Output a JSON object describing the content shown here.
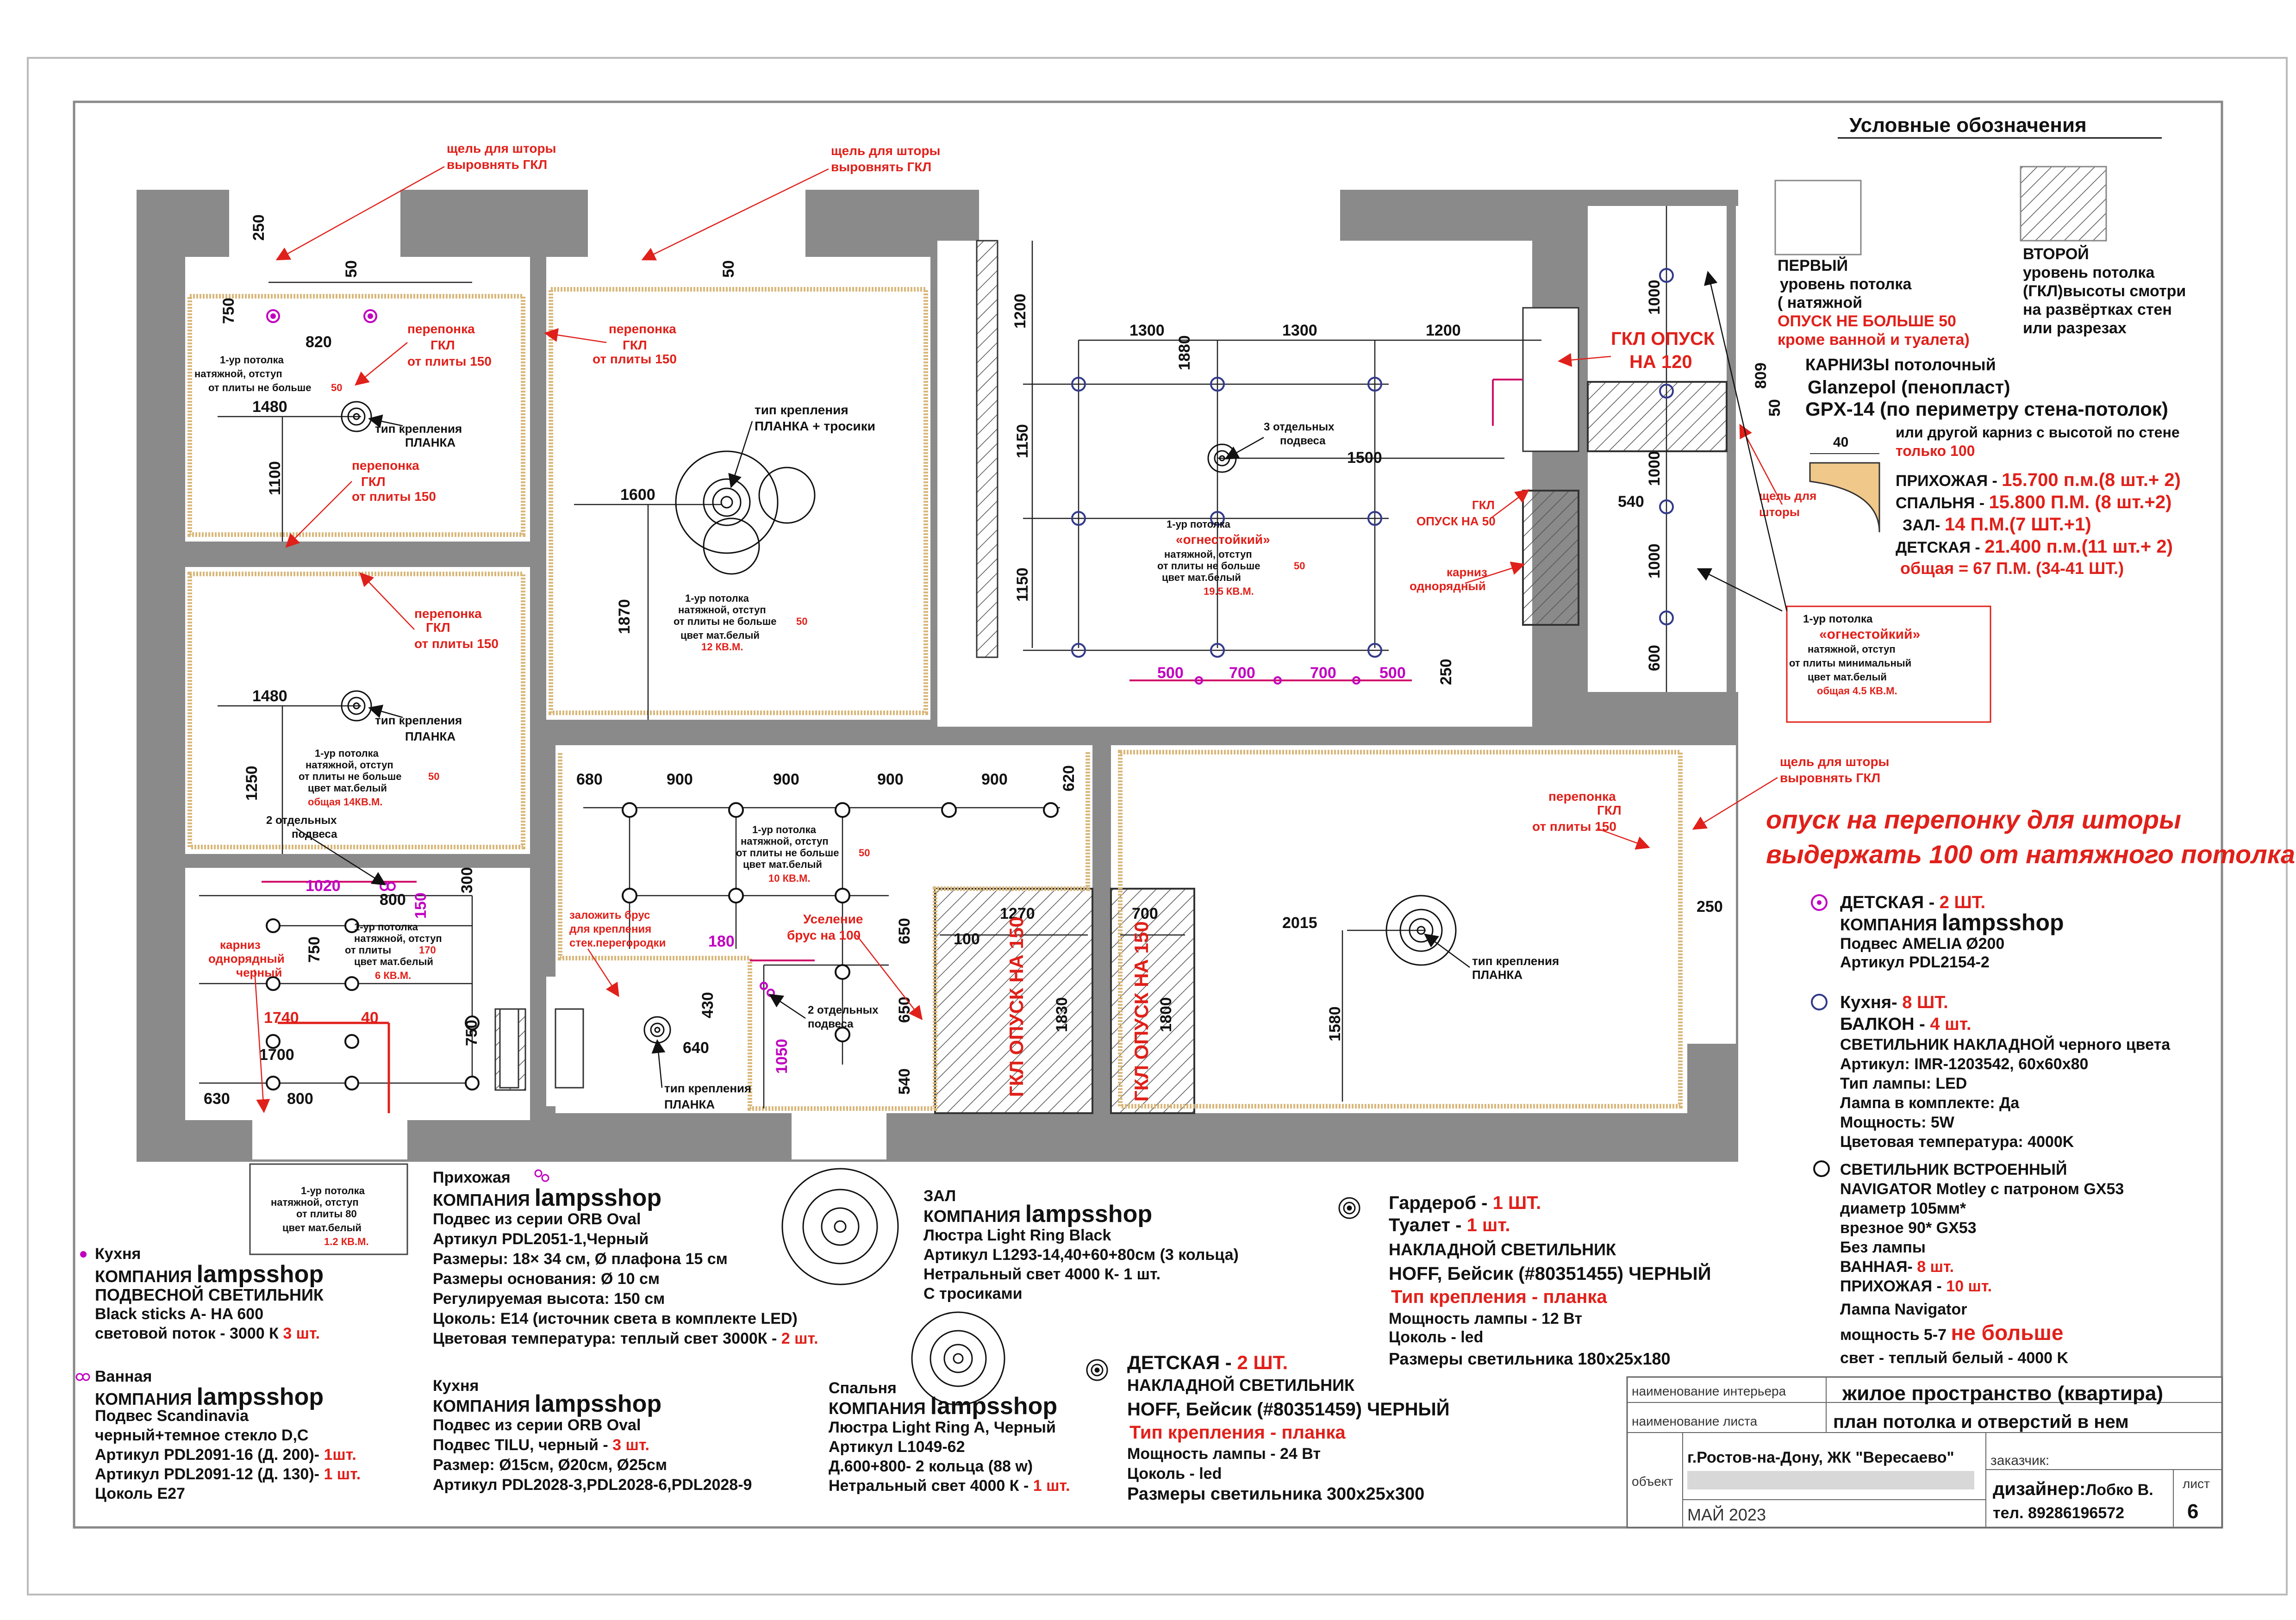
{
  "legend": {
    "title": "Условные обозначения",
    "first": [
      "ПЕРВЫЙ",
      "уровень потолка",
      "( натяжной"
    ],
    "first_red": [
      "ОПУСК НЕ БОЛЬШЕ 50",
      "кроме ванной и туалета)"
    ],
    "second": [
      "ВТОРОЙ",
      "уровень потолка",
      "(ГКЛ)высоты смотри",
      "на развёртках стен",
      "или разрезах"
    ],
    "cornice": [
      "КАРНИЗЫ потолочный",
      "Glanzepol (пенопласт)",
      "GPX-14  (по периметру стена-потолок)",
      "или другой карниз с высотой по стене"
    ],
    "cornice_only": "только 100",
    "cornice_size": "40",
    "cornice_list": [
      {
        "k": "ПРИХОЖАЯ - ",
        "v": "15.700 п.м.(8 шт.+ 2)"
      },
      {
        "k": "СПАЛЬНЯ - ",
        "v": "15.800 П.М. (8 шт.+2)"
      },
      {
        "k": "ЗАЛ- ",
        "v": "14 П.М.(7 ШТ.+1)"
      },
      {
        "k": "ДЕТСКАЯ - ",
        "v": "21.400 п.м.(11 шт.+ 2)"
      }
    ],
    "cornice_total": "общая = 67 П.М. (34-41 ШТ.)"
  },
  "right_notes": {
    "slot": [
      "щель для шторы",
      "выровнять ГКЛ"
    ],
    "big1": "опуск на перепонку для шторы",
    "big2": "выдержать 100 от натяжного потолка",
    "det_count_k": "ДЕТСКАЯ - ",
    "det_count_v": "2 ШТ.",
    "det_company": "КОМПАНИЯ ",
    "det_brand": "lampsshop",
    "det_lines": [
      "Подвес AMELIA Ø200",
      "Артикул PDL2154-2"
    ],
    "kitchen_k": "Кухня- ",
    "kitchen_v": "8 ШТ.",
    "balcony_k": "БАЛКОН - ",
    "balcony_v": "4 шт.",
    "surface_lines": [
      "СВЕТИЛЬНИК НАКЛАДНОЙ черного цвета",
      "Артикул: IMR-1203542, 60х60х80",
      "Тип лампы: LED",
      "Лампа в комплекте: Да",
      "Мощность: 5W",
      "Цветовая температура: 4000K"
    ],
    "builtin_lines": [
      "СВЕТИЛЬНИК ВСТРОЕННЫЙ",
      "NAVIGATOR Motley с патроном GX53",
      "диаметр 105мм*",
      "врезное 90* GX53",
      "Без лампы"
    ],
    "bath_k": "ВАННАЯ- ",
    "bath_v": "8 шт.",
    "hall_k": "ПРИХОЖАЯ - ",
    "hall_v": "10 шт.",
    "lamp_nav": "Лампа Navigator",
    "power_k": "мощность 5-7 ",
    "power_v": "не больше",
    "light": "свет - теплый белый - 4000 K"
  },
  "bottom": {
    "kitchen_title": "Кухня",
    "company": "КОМПАНИЯ ",
    "brand": "lampsshop",
    "kitchen_lines": [
      "ПОДВЕСНОЙ СВЕТИЛЬНИК",
      "Black sticks A- HA 600"
    ],
    "kitchen_flux_k": "световой поток - 3000 К ",
    "kitchen_flux_v": "3 шт.",
    "bath_title": "Ванная",
    "bath_lines": [
      "Подвес Scandinavia",
      "черный+темное стекло D,C"
    ],
    "bath_a1_k": "Артикул PDL2091-16 (Д. 200)- ",
    "bath_a1_v": "1шт.",
    "bath_a2_k": "Артикул PDL2091-12 (Д. 130)- ",
    "bath_a2_v": "1 шт.",
    "bath_cap": "Цоколь Е27",
    "note_ceiling": [
      "1-ур потолка",
      "натяжной, отступ",
      "от плиты    80",
      "цвет мат.белый"
    ],
    "note_ceiling_area": "1.2 КВ.М.",
    "hall_title": "Прихожая",
    "hall_lines": [
      "Подвес из серии ORB Oval",
      "Артикул PDL2051-1,Черный",
      "Размеры: 18× 34 см, Ø плафона 15 см",
      "Размеры основания: Ø 10 см",
      "Регулируемая высота: 150 см",
      "Цоколь: E14 (источник света в комплекте LED)"
    ],
    "hall_temp_k": "Цветовая температура: теплый свет 3000К - ",
    "hall_temp_v": "2 шт.",
    "kitchen2_title": "Кухня",
    "kitchen2_lines": [
      "Подвес из серии ORB Oval"
    ],
    "kitchen2_tilu_k": "Подвес TILU, черный - ",
    "kitchen2_tilu_v": "3 шт.",
    "kitchen2_more": [
      "Размер: Ø15см, Ø20см, Ø25см",
      "Артикул PDL2028-3,PDL2028-6,PDL2028-9"
    ],
    "hall2_title": "ЗАЛ",
    "hall2_lines": [
      "Люстра Light Ring Black",
      "Артикул L1293-14,40+60+80см (3 кольца)",
      "Нетральный свет 4000 К- 1 шт.",
      "С тросиками"
    ],
    "bed_title": "Спальня",
    "bed_lines": [
      "Люстра Light Ring A, Черный",
      "Артикул L1049-62",
      "Д.600+800- 2 кольца (88 w)"
    ],
    "bed_light_k": "Нетральный свет 4000 К - ",
    "bed_light_v": "1 шт.",
    "ward_k": "Гардероб - ",
    "ward_v": "1 ШТ.",
    "wc_k": "Туалет - ",
    "wc_v": "1 шт.",
    "ward_lines": [
      "НАКЛАДНОЙ СВЕТИЛЬНИК",
      "HOFF, Бейсик (#80351455) ЧЕРНЫЙ"
    ],
    "ward_mount": "Тип крепления - планка",
    "ward_more": [
      "Мощность лампы - 12 Вт",
      "Цоколь - led",
      "Размеры светильника 180х25х180"
    ],
    "child_k": "ДЕТСКАЯ - ",
    "child_v": "2 ШТ.",
    "child_lines": [
      "НАКЛАДНОЙ СВЕТИЛЬНИК",
      "HOFF, Бейсик (#80351459) ЧЕРНЫЙ"
    ],
    "child_mount": "Тип крепления - планка",
    "child_more": [
      "Мощность лампы - 24 Вт",
      "Цоколь - led",
      "Размеры светильника 300х25х300"
    ]
  },
  "titleblock": {
    "l1": "наименование интерьера",
    "v1": "жилое пространство (квартира)",
    "l2": "наименование листа",
    "v2": "план потолка и отверстий в нем",
    "obj": "объект",
    "city": "г.Ростов-на-Дону, ЖК \"Вересаево\"",
    "customer": "заказчик:",
    "date": "МАЙ 2023",
    "designer_k": "дизайнер:",
    "designer_v": "Лобко В.",
    "phone": "тел. 89286196572",
    "sheet_l": "лист",
    "sheet_v": "6"
  },
  "plan": {
    "slot": [
      "щель для шторы",
      "выровнять ГКЛ"
    ],
    "membrane": [
      "перепонка",
      "ГКЛ",
      "от плиты 150"
    ],
    "mount_plank": [
      "тип крепления",
      "ПЛАНКА"
    ],
    "mount_plank_rope": [
      "тип крепления",
      "ПЛАНКА + тросики"
    ],
    "gkl_120": [
      "ГКЛ ОПУСК",
      "НА 120"
    ],
    "gkl_50": [
      "ГКЛ",
      "ОПУСК НА 50"
    ],
    "slot_short": [
      "щель для",
      "шторы"
    ],
    "cornice_single": [
      "карниз",
      "однорядный"
    ],
    "cornice_single_black": [
      "карниз",
      "однорядный",
      "черный"
    ],
    "gkl_150": "ГКЛ ОПУСК НА 150",
    "separate3": [
      "3 отдельных",
      "подвеса"
    ],
    "separate2": [
      "2 отдельных",
      "подвеса"
    ],
    "beam": [
      "заложить брус",
      "для крепления",
      "стек.перегородки"
    ],
    "reinforce": [
      "Уселение",
      "брус на 100"
    ],
    "note_bath": [
      "1-ур потолка",
      "натяжной, отступ",
      "от плиты не больше"
    ],
    "note_bath_v": "50",
    "note_bed": [
      "1-ур потолка",
      "натяжной, отступ",
      "от плиты не больше",
      "цвет мат.белый"
    ],
    "note_bed_v": "50",
    "note_bed_area": "12 КВ.М.",
    "note_hall": [
      "1-ур потолка",
      "натяжной, отступ",
      "от плиты не больше",
      "цвет мат.белый"
    ],
    "note_hall_v": "50",
    "note_hall_area": "общая  14КВ.М.",
    "note_bath2": [
      "1-ур потолка",
      "натяжной, отступ",
      "от плиты",
      "цвет мат.белый"
    ],
    "note_bath2_v": "170",
    "note_bath2_area": "6 КВ.М.",
    "note_kitchen": [
      "1-ур потолка",
      "натяжной, отступ",
      "от плиты не больше",
      "цвет мат.белый"
    ],
    "note_kitchen_v": "50",
    "note_kitchen_area": "10 КВ.М.",
    "note_zal_1": "1-ур потолка",
    "note_zal_fire": "«огнестойкий»",
    "note_zal": [
      "натяжной, отступ",
      "от плиты не больше",
      "цвет мат.белый"
    ],
    "note_zal_v": "50",
    "note_zal_area": "19.5 КВ.М.",
    "note_balc": [
      "натяжной, отступ",
      "от плиты минимальный",
      "цвет мат.белый"
    ],
    "note_balc_area": "общая    4.5 КВ.М.",
    "dims": [
      "250",
      "50",
      "750",
      "820",
      "1480",
      "1100",
      "1480",
      "1250",
      "50",
      "1600",
      "1870",
      "1200",
      "1300",
      "1300",
      "1200",
      "1880",
      "1150",
      "1150",
      "1500",
      "500",
      "700",
      "700",
      "500",
      "250",
      "1000",
      "1000",
      "1000",
      "600",
      "809",
      "50",
      "540",
      "250",
      "680",
      "900",
      "900",
      "900",
      "900",
      "620",
      "1020",
      "800",
      "300",
      "150",
      "750",
      "1740",
      "40",
      "1700",
      "630",
      "800",
      "750",
      "430",
      "640",
      "180",
      "1050",
      "650",
      "650",
      "540",
      "100",
      "1270",
      "1830",
      "700",
      "1800",
      "2015",
      "1580"
    ]
  }
}
